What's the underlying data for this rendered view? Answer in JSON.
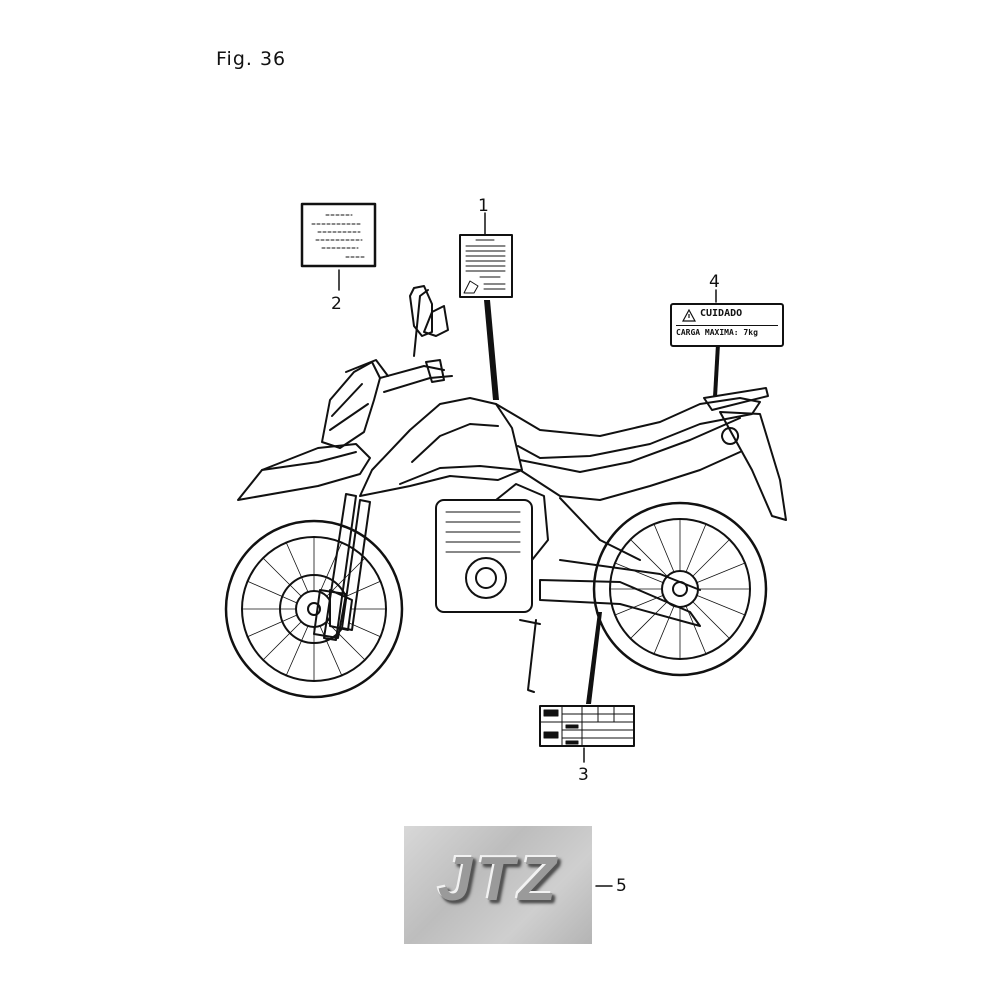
{
  "figure": {
    "title": "Fig. 36"
  },
  "callouts": {
    "c1": "1",
    "c2": "2",
    "c3": "3",
    "c4": "4",
    "c5": "5"
  },
  "warning_label": {
    "title": "CUIDADO",
    "text": "CARGA MAXIMA: 7kg"
  },
  "emblem": {
    "text": "JTZ"
  }
}
